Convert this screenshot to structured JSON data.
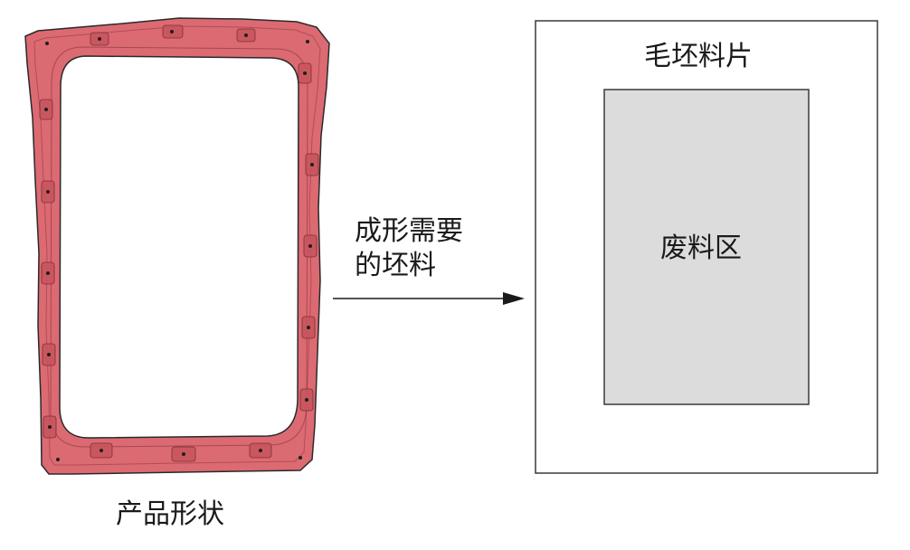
{
  "product": {
    "label": "产品形状",
    "color": "#dc6a72"
  },
  "process": {
    "line1": "成形需要",
    "line2": "的坯料"
  },
  "blank": {
    "label": "毛坯料片"
  },
  "scrap": {
    "label": "废料区",
    "color": "#dcdcdc"
  }
}
